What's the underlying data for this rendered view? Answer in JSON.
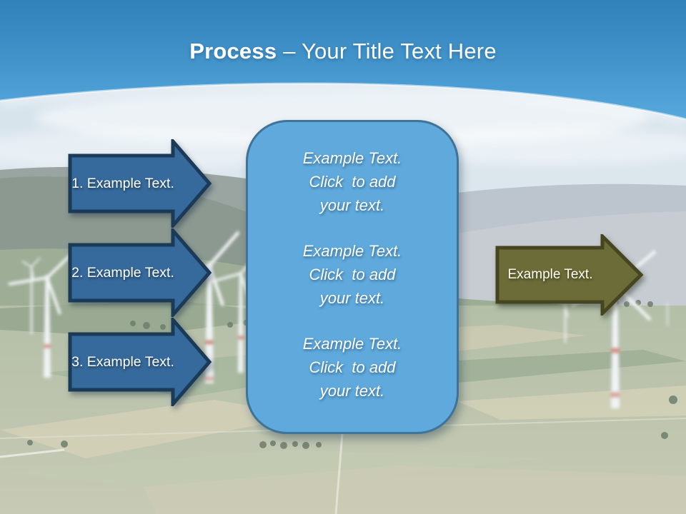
{
  "slide": {
    "title": {
      "bold": "Process",
      "rest": "– Your Title Text Here"
    },
    "steps": [
      {
        "label": "1. Example Text."
      },
      {
        "label": "2. Example Text."
      },
      {
        "label": "3. Example Text."
      }
    ],
    "center_box": {
      "blocks": [
        "Example Text.\nClick  to add\nyour text.",
        "Example Text.\nClick  to add\nyour text.",
        "Example Text.\nClick  to add\nyour text."
      ]
    },
    "result_arrow": {
      "label": "Example Text."
    },
    "background_image": "wind-turbines-countryside-photo",
    "colors": {
      "header_blue_top": "#3181ba",
      "header_blue_bottom": "#57a8dc",
      "step_arrow_fill": "#366a9c",
      "step_arrow_border": "#1b3a58",
      "center_box_fill": "#5fa9dc",
      "center_box_border": "#3f7398",
      "result_arrow_fill": "#6b6c37",
      "result_arrow_border": "#454620",
      "text_color": "#ffffff"
    }
  }
}
